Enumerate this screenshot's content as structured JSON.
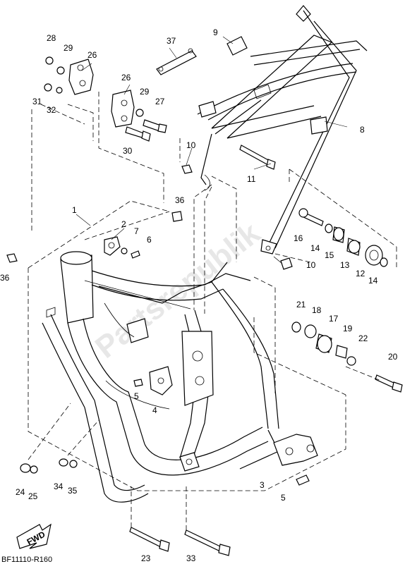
{
  "callouts": {
    "n1": "1",
    "n2": "2",
    "n3": "3",
    "n4": "4",
    "n5a": "5",
    "n5b": "5",
    "n6": "6",
    "n7": "7",
    "n8": "8",
    "n9": "9",
    "n10a": "10",
    "n10b": "10",
    "n11": "11",
    "n12": "12",
    "n13": "13",
    "n14a": "14",
    "n14b": "14",
    "n15": "15",
    "n16": "16",
    "n17": "17",
    "n18": "18",
    "n19": "19",
    "n20": "20",
    "n21": "21",
    "n22": "22",
    "n23": "23",
    "n24": "24",
    "n25": "25",
    "n26a": "26",
    "n26b": "26",
    "n27": "27",
    "n28": "28",
    "n29a": "29",
    "n29b": "29",
    "n30": "30",
    "n31": "31",
    "n32": "32",
    "n33": "33",
    "n34": "34",
    "n35": "35",
    "n36a": "36",
    "n36b": "36",
    "n37": "37"
  },
  "fwd_label": "FWD",
  "diagram_code": "BF11110-R160",
  "watermark": "Partsrepublik",
  "colors": {
    "line": "#000000",
    "background": "#ffffff"
  }
}
